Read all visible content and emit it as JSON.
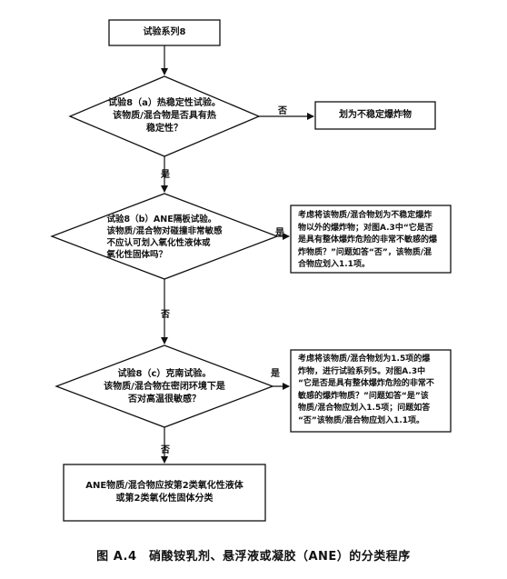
{
  "nodes": {
    "start": "试验系列8",
    "test_a": "试验8（a）热稳定性试验。\n该物质/混合物是否具有热\n稳定性？",
    "result_unstable": "划为不稳定爆炸物",
    "test_b": "试验8（b）ANE隔板试验。\n该物质/混合物对碰撞非常敏感\n不应认可划入氧化性液体或\n氧化性固体吗？",
    "note_b": "考虑将该物质/混合物划为不稳定爆炸\n物以外的爆炸物；对图A.3中“它是否\n是具有整体爆炸危险的非常不敏感的爆\n炸物质？”问题如答“否”，该物质/混\n合物应划入1.1项。",
    "test_c": "试验8（c）克南试验。\n该物质/混合物在密闭环境下是\n否对高温很敏感？",
    "note_c": "考虑将该物质/混合物划为1.5项的爆\n炸物，进行试验系列5。对图A.3中\n“它是否是具有整体爆炸危险的非常不\n敏感的爆炸物质？”问题如答“是”该\n物质/混合物应划入1.5项；问题如答\n“否”该物质/混合物应划入1.1项。",
    "result_oxidizer": "ANE物质/混合物应按第2类氧化性液体\n或第2类氧化性固体分类"
  },
  "edges": {
    "no_a": "否",
    "yes_a": "是",
    "yes_b": "是",
    "no_b": "否",
    "yes_c": "是",
    "no_c": "否"
  },
  "caption": "图 A.4　硝酸铵乳剂、悬浮液或凝胶（ANE）的分类程序"
}
